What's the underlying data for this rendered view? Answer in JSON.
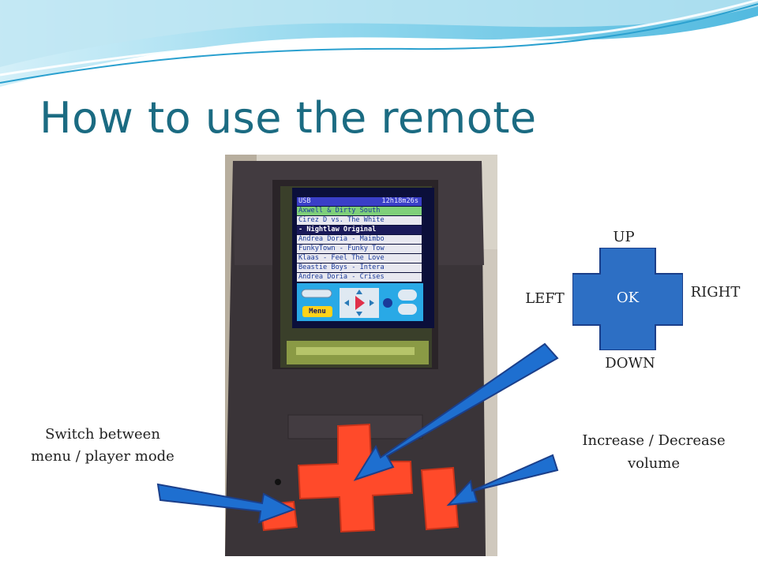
{
  "slide": {
    "title": "How to use the remote"
  },
  "screen": {
    "header_left": "USB",
    "header_right": "12h18m26s",
    "tracks": [
      "Axwell & Dirty South",
      "Cirez D vs. The White",
      "- Nightlaw Original",
      "Andrea Doria - Maimbo",
      "FunkyTown - Funky Tow",
      "Klaas - Feel The Love",
      "Beastie Boys - Intera",
      "Andrea Doria - Crises"
    ],
    "menu_label": "Menu"
  },
  "dpad_diagram": {
    "up": "UP",
    "down": "DOWN",
    "left": "LEFT",
    "right": "RIGHT",
    "center": "OK",
    "color": "#2d6fc4"
  },
  "annotations": {
    "switch_line1": "Switch between",
    "switch_line2": "menu / player mode",
    "volume_line1": "Increase / Decrease",
    "volume_line2": "volume"
  },
  "colors": {
    "title": "#1b6b82",
    "arrow_fill": "#1e6fd0",
    "arrow_stroke": "#1b3f8a",
    "button_orange": "#ff4a2a",
    "device_body": "#3a3438"
  }
}
